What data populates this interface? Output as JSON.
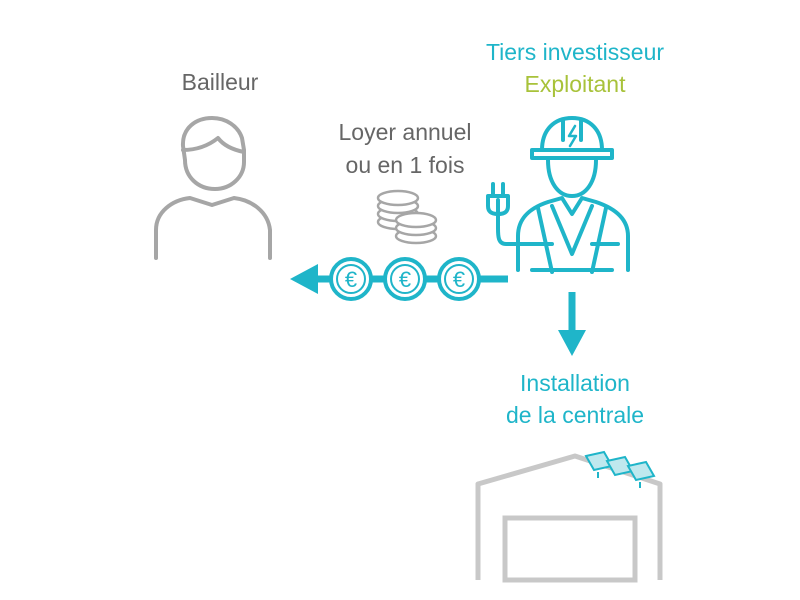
{
  "landlord": {
    "label": "Bailleur",
    "icon": "person-icon"
  },
  "investor": {
    "title": "Tiers investisseur",
    "subtitle": "Exploitant",
    "icon": "worker-with-hardhat-icon"
  },
  "rent": {
    "line1": "Loyer annuel",
    "line2": "ou en 1 fois",
    "icon": "coins-stack-icon",
    "flow_icon": "euro-coin-icon",
    "coin_symbol": "€"
  },
  "installation": {
    "line1": "Installation",
    "line2": "de la centrale",
    "icon": "warehouse-with-solar-panels-icon"
  },
  "colors": {
    "primary": "#1fb5c9",
    "secondary": "#a8c23a",
    "neutral": "#666666",
    "icon_gray": "#a6a6a6",
    "building_gray": "#c8c8c8"
  }
}
